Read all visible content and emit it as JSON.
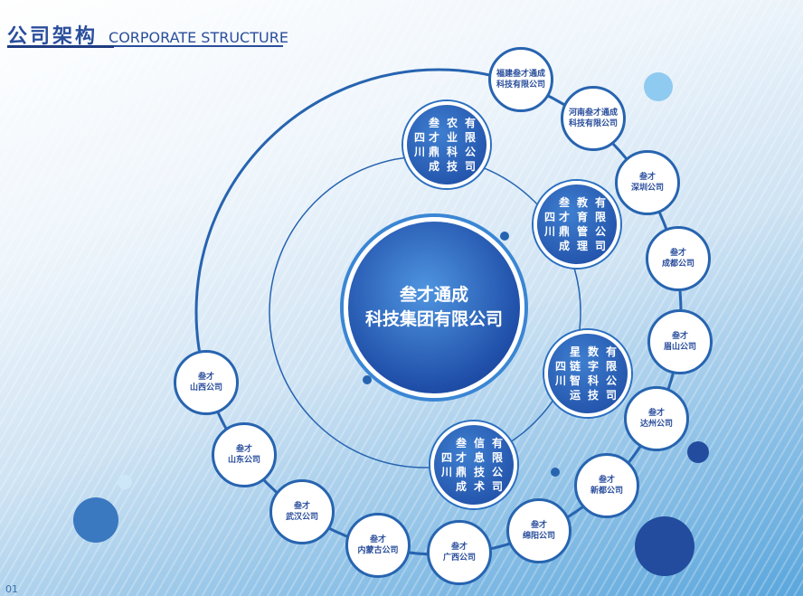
{
  "header": {
    "title_cn": "公司架构",
    "title_en": "CORPORATE STRUCTURE"
  },
  "center": {
    "line1": "叁才通成",
    "line2": "科技集团有限公司"
  },
  "subsidiaries": [
    {
      "l1": "四川",
      "l2": "叁才鼎成",
      "l3": "农业科技",
      "l4": "有限公司"
    },
    {
      "l1": "四川",
      "l2": "叁才鼎成",
      "l3": "教育管理",
      "l4": "有限公司"
    },
    {
      "l1": "四川",
      "l2": "星链智运",
      "l3": "数字科技",
      "l4": "有限公司"
    },
    {
      "l1": "四川",
      "l2": "叁才鼎成",
      "l3": "信息技术",
      "l4": "有限公司"
    }
  ],
  "branches": [
    {
      "l1": "福建叁才通成",
      "l2": "科技有限公司"
    },
    {
      "l1": "河南叁才通成",
      "l2": "科技有限公司"
    },
    {
      "l1": "叁才",
      "l2": "深圳公司"
    },
    {
      "l1": "叁才",
      "l2": "成都公司"
    },
    {
      "l1": "叁才",
      "l2": "眉山公司"
    },
    {
      "l1": "叁才",
      "l2": "达州公司"
    },
    {
      "l1": "叁才",
      "l2": "新都公司"
    },
    {
      "l1": "叁才",
      "l2": "绵阳公司"
    },
    {
      "l1": "叁才",
      "l2": "广西公司"
    },
    {
      "l1": "叁才",
      "l2": "内蒙古公司"
    },
    {
      "l1": "叁才",
      "l2": "武汉公司"
    },
    {
      "l1": "叁才",
      "l2": "山东公司"
    },
    {
      "l1": "叁才",
      "l2": "山西公司"
    }
  ],
  "page": "01"
}
